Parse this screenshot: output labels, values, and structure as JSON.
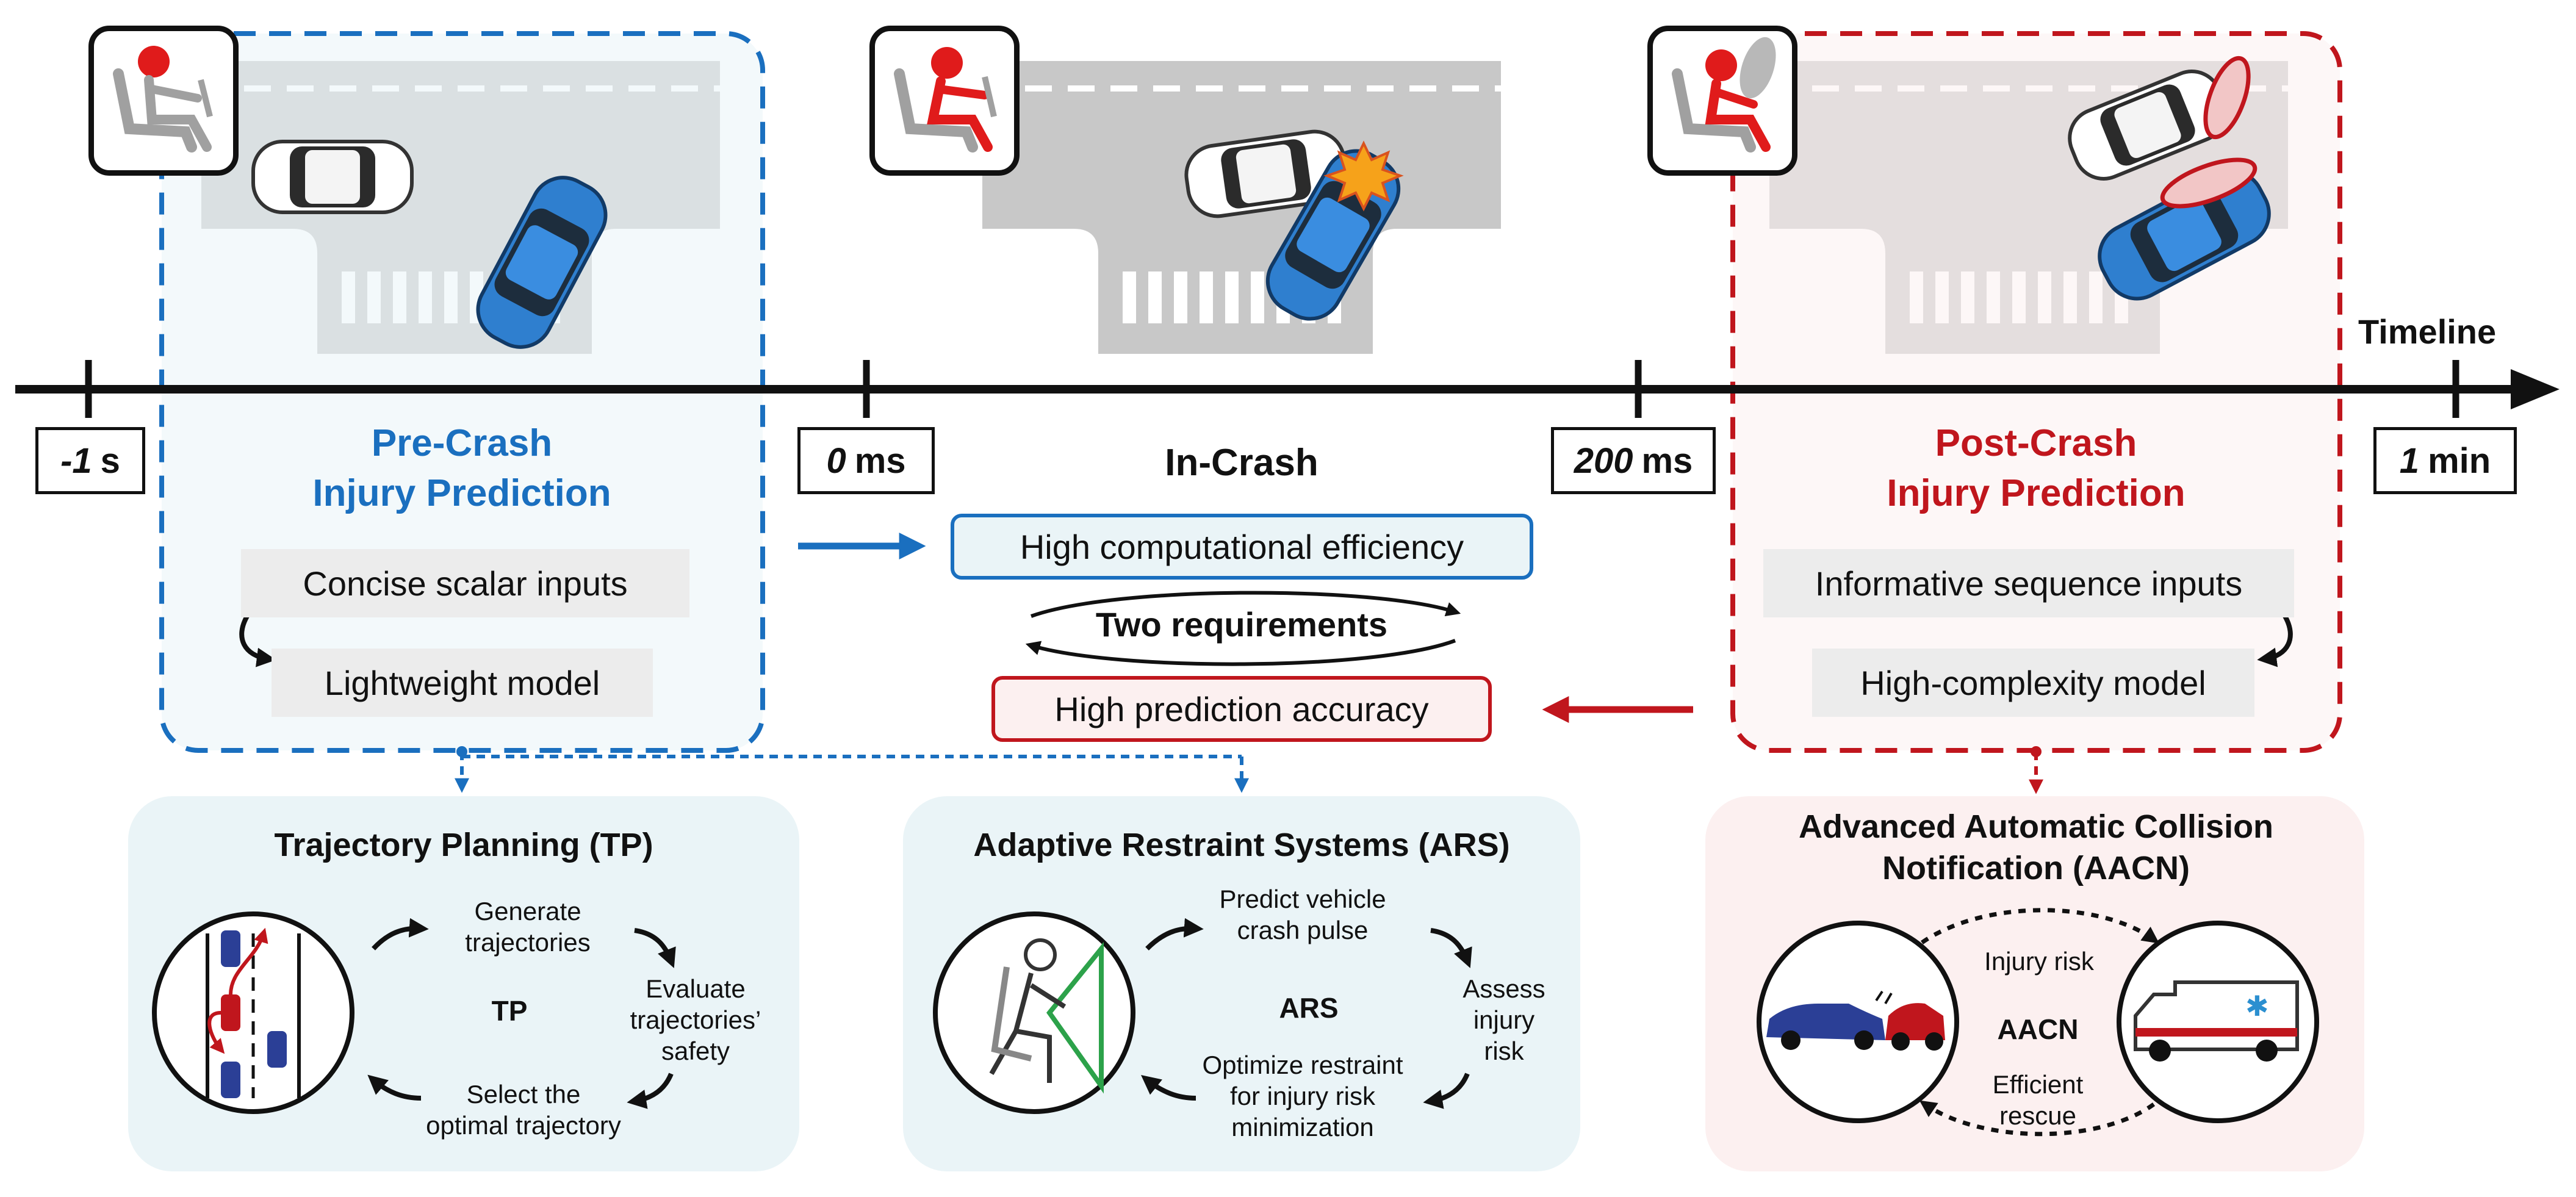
{
  "timeline": {
    "label": "Timeline",
    "ticks": [
      {
        "value": "-1",
        "unit": "s"
      },
      {
        "value": "0",
        "unit": "ms"
      },
      {
        "value": "200",
        "unit": "ms"
      },
      {
        "value": "1",
        "unit": "min"
      }
    ]
  },
  "precrash": {
    "title_line1": "Pre-Crash",
    "title_line2": "Injury Prediction",
    "input": "Concise scalar inputs",
    "model": "Lightweight model",
    "color": "#1a6fbf"
  },
  "incrash": {
    "title": "In-Crash",
    "req_efficiency": "High computational efficiency",
    "two_requirements": "Two requirements",
    "req_accuracy": "High prediction accuracy"
  },
  "postcrash": {
    "title_line1": "Post-Crash",
    "title_line2": "Injury Prediction",
    "input": "Informative sequence inputs",
    "model": "High-complexity model",
    "color": "#c0161d"
  },
  "tp": {
    "title": "Trajectory Planning (TP)",
    "center": "TP",
    "steps": [
      "Generate\ntrajectories",
      "Evaluate\ntrajectories’\nsafety",
      "Select the\noptimal trajectory"
    ]
  },
  "ars": {
    "title": "Adaptive Restraint Systems (ARS)",
    "center": "ARS",
    "steps": [
      "Predict vehicle\ncrash pulse",
      "Assess\ninjury\nrisk",
      "Optimize restraint\nfor injury risk\nminimization"
    ]
  },
  "aacn": {
    "title_line1": "Advanced Automatic Collision",
    "title_line2": "Notification (AACN)",
    "center": "AACN",
    "top_label": "Injury risk",
    "bottom_label": "Efficient\nrescue"
  },
  "icons": [
    "driver-normal-icon",
    "driver-impact-icon",
    "driver-airbag-icon",
    "ambulance-icon",
    "collision-cars-icon",
    "seated-occupant-icon"
  ],
  "colors": {
    "blue": "#1a6fbf",
    "red": "#c0161d",
    "blue_panel": "#eaf4f7",
    "red_panel": "#fcf0f0",
    "road": "#c8c8c8"
  }
}
